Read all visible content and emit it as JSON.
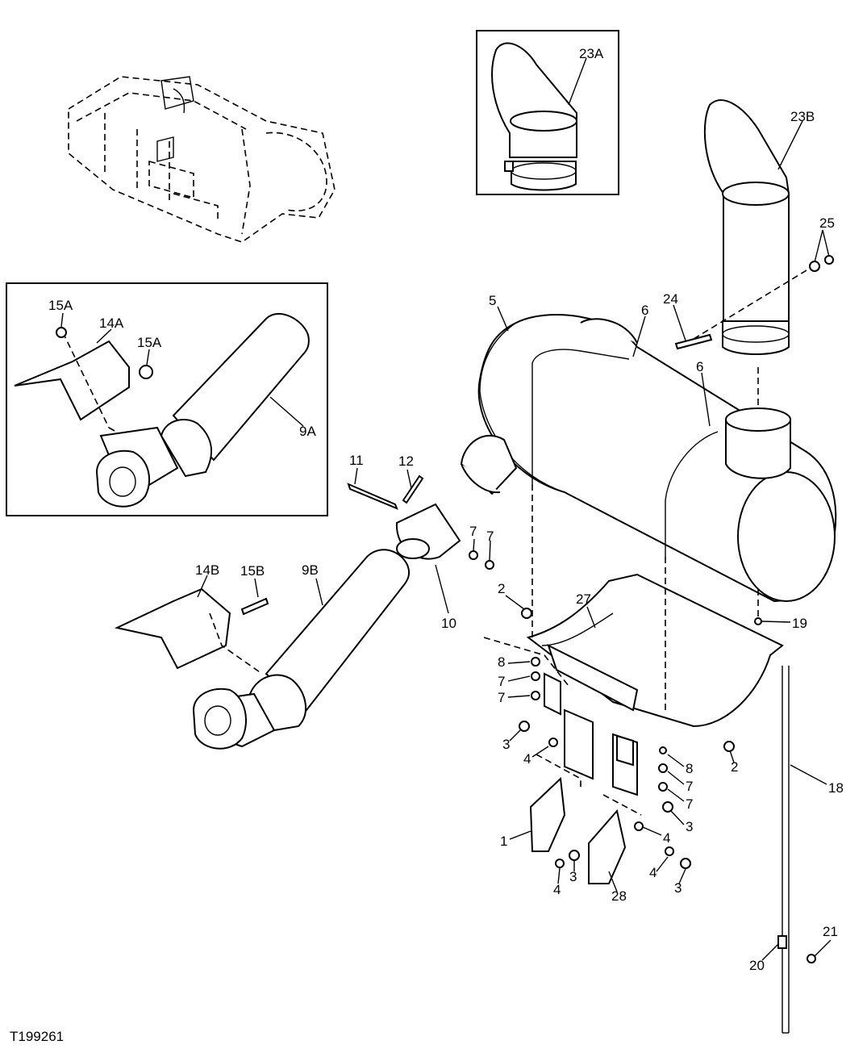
{
  "figure_id": "T199261",
  "callouts": [
    {
      "key": "c1",
      "text": "23A"
    },
    {
      "key": "c2",
      "text": "23B"
    },
    {
      "key": "c3",
      "text": "25"
    },
    {
      "key": "c4",
      "text": "24"
    },
    {
      "key": "c5",
      "text": "6"
    },
    {
      "key": "c6",
      "text": "6"
    },
    {
      "key": "c7",
      "text": "5"
    },
    {
      "key": "c8",
      "text": "15A"
    },
    {
      "key": "c9",
      "text": "14A"
    },
    {
      "key": "c10",
      "text": "15A"
    },
    {
      "key": "c11",
      "text": "9A"
    },
    {
      "key": "c12",
      "text": "11"
    },
    {
      "key": "c13",
      "text": "12"
    },
    {
      "key": "c14",
      "text": "7"
    },
    {
      "key": "c15",
      "text": "7"
    },
    {
      "key": "c16",
      "text": "10"
    },
    {
      "key": "c17",
      "text": "14B"
    },
    {
      "key": "c18",
      "text": "15B"
    },
    {
      "key": "c19",
      "text": "9B"
    },
    {
      "key": "c20",
      "text": "2"
    },
    {
      "key": "c21",
      "text": "27"
    },
    {
      "key": "c22",
      "text": "19"
    },
    {
      "key": "c23",
      "text": "8"
    },
    {
      "key": "c24",
      "text": "7"
    },
    {
      "key": "c25",
      "text": "7"
    },
    {
      "key": "c26",
      "text": "3"
    },
    {
      "key": "c27",
      "text": "4"
    },
    {
      "key": "c28",
      "text": "2"
    },
    {
      "key": "c29",
      "text": "8"
    },
    {
      "key": "c30",
      "text": "7"
    },
    {
      "key": "c31",
      "text": "7"
    },
    {
      "key": "c32",
      "text": "18"
    },
    {
      "key": "c33",
      "text": "3"
    },
    {
      "key": "c34",
      "text": "4"
    },
    {
      "key": "c35",
      "text": "1"
    },
    {
      "key": "c36",
      "text": "3"
    },
    {
      "key": "c37",
      "text": "4"
    },
    {
      "key": "c38",
      "text": "4"
    },
    {
      "key": "c39",
      "text": "3"
    },
    {
      "key": "c40",
      "text": "28"
    },
    {
      "key": "c41",
      "text": "20"
    },
    {
      "key": "c42",
      "text": "21"
    }
  ]
}
